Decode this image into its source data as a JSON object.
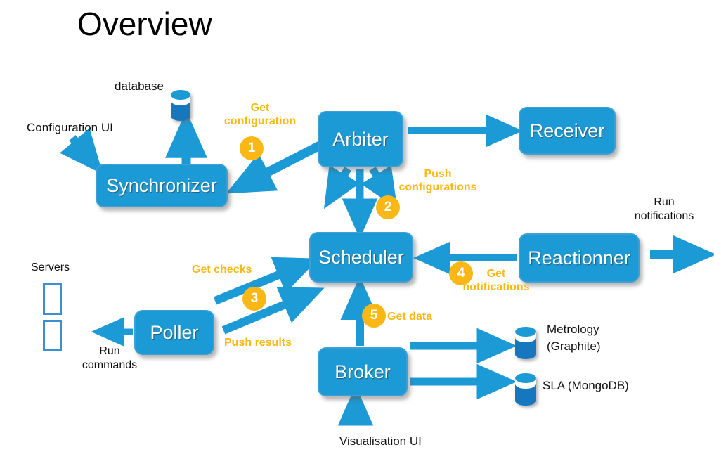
{
  "page": {
    "title": "Overview",
    "background": "#ffffff",
    "accent_blue": "#1b9ad6",
    "accent_orange": "#fbb713",
    "text_color": "#111111"
  },
  "nodes": [
    {
      "id": "synchronizer",
      "label": "Synchronizer"
    },
    {
      "id": "arbiter",
      "label": "Arbiter"
    },
    {
      "id": "receiver",
      "label": "Receiver"
    },
    {
      "id": "scheduler",
      "label": "Scheduler"
    },
    {
      "id": "reactionner",
      "label": "Reactionner"
    },
    {
      "id": "poller",
      "label": "Poller"
    },
    {
      "id": "broker",
      "label": "Broker"
    }
  ],
  "datastores": [
    {
      "id": "database",
      "label": "database"
    },
    {
      "id": "metrology",
      "label_line1": "Metrology",
      "label_line2": "(Graphite)"
    },
    {
      "id": "sla",
      "label": "SLA (MongoDB)"
    }
  ],
  "external_labels": {
    "configuration_ui": "Configuration UI",
    "servers": "Servers",
    "run_commands_line1": "Run",
    "run_commands_line2": "commands",
    "run_notifications_line1": "Run",
    "run_notifications_line2": "notifications",
    "visualisation_ui": "Visualisation UI"
  },
  "steps": [
    {
      "number": "1",
      "label_line1": "Get",
      "label_line2": "configuration",
      "from": "arbiter",
      "to": "synchronizer"
    },
    {
      "number": "2",
      "label_line1": "Push",
      "label_line2": "configurations",
      "from": "arbiter",
      "to": "scheduler"
    },
    {
      "number": "3",
      "label_line1": "Get checks",
      "label_line2": "Push  results",
      "from": "poller",
      "to": "scheduler"
    },
    {
      "number": "4",
      "label_line1": "Get",
      "label_line2": "notifications",
      "from": "reactionner",
      "to": "scheduler"
    },
    {
      "number": "5",
      "label_line1": "Get data",
      "label_line2": "",
      "from": "broker",
      "to": "scheduler"
    }
  ]
}
